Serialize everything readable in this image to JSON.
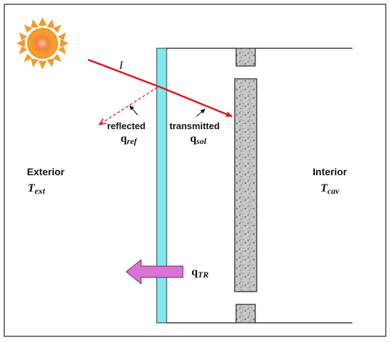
{
  "diagram": {
    "ray_label": "I",
    "reflected": {
      "label": "reflected",
      "symbol": "q",
      "subscript": "ref"
    },
    "transmitted": {
      "label": "transmitted",
      "symbol": "q",
      "subscript": "sol"
    },
    "exterior": {
      "label": "Exterior",
      "symbol": "T",
      "subscript": "ext"
    },
    "interior": {
      "label": "Interior",
      "symbol": "T",
      "subscript": "cav"
    },
    "radiation": {
      "symbol": "q",
      "subscript": "TR"
    }
  },
  "colors": {
    "sun_core": "#f36a1c",
    "sun_rays": "#f59a2a",
    "glass": "#7fe9f2",
    "ray": "#e3141b",
    "radiation_arrow": "#d974d4",
    "wall_fill": "#b8b8b8"
  }
}
